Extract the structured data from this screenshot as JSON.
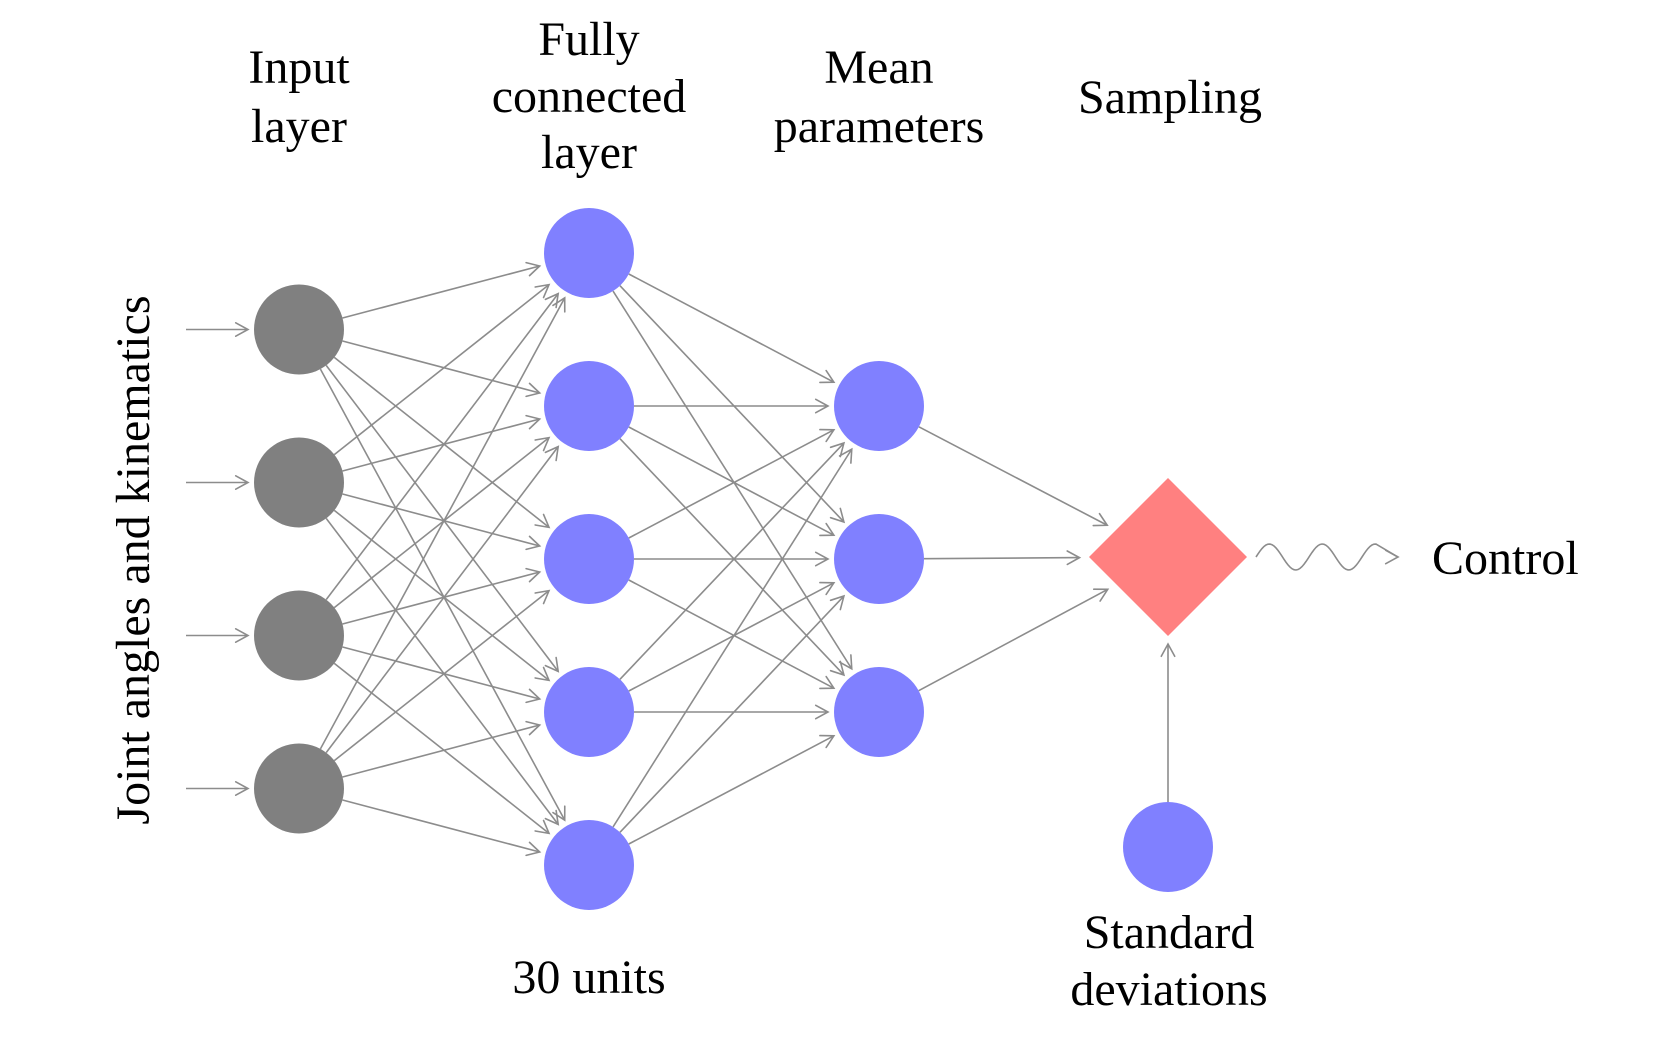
{
  "title": "Policy network architecture",
  "colors": {
    "input_node": "#808080",
    "hidden_node": "#8080ff",
    "mean_node": "#8080ff",
    "std_node": "#8080ff",
    "sampling_node": "#ff8080",
    "edge": "#8c8c8c"
  },
  "labels": {
    "input_axis": "Joint angles and kinematics",
    "input_layer": [
      "Input",
      "layer"
    ],
    "hidden_layer": [
      "Fully",
      "connected",
      "layer"
    ],
    "mean_layer": [
      "Mean",
      "parameters"
    ],
    "sampling": "Sampling",
    "hidden_units": "30 units",
    "std": [
      "Standard",
      "deviations"
    ],
    "output": "Control"
  },
  "network": {
    "input_nodes": 4,
    "hidden_nodes_drawn": 5,
    "mean_nodes": 3,
    "std_nodes": 1,
    "sampling_shape": "diamond",
    "connectivity": "fully-connected",
    "output_edge_style": "wavy"
  }
}
